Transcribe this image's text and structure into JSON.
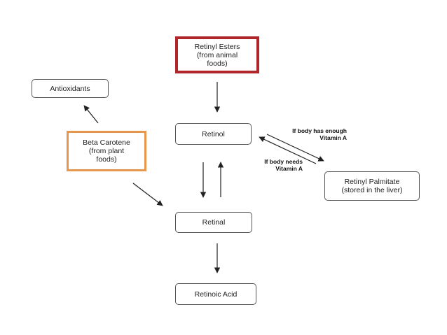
{
  "nodes": {
    "retinyl_esters": "Retinyl Esters\n(from animal\nfoods)",
    "antioxidants": "Antioxidants",
    "beta_carotene": "Beta Carotene\n(from plant\nfoods)",
    "retinol": "Retinol",
    "retinyl_palmitate": "Retinyl Palmitate\n(stored in the liver)",
    "retinal": "Retinal",
    "retinoic_acid": "Retinoic Acid"
  },
  "edge_labels": {
    "enough": "If body has enough\nVitamin A",
    "needs": "If body needs\nVitamin A"
  },
  "colors": {
    "retinyl_esters_border": "#b0262a",
    "beta_carotene_border": "#e7964e",
    "arrow": "#222222"
  }
}
